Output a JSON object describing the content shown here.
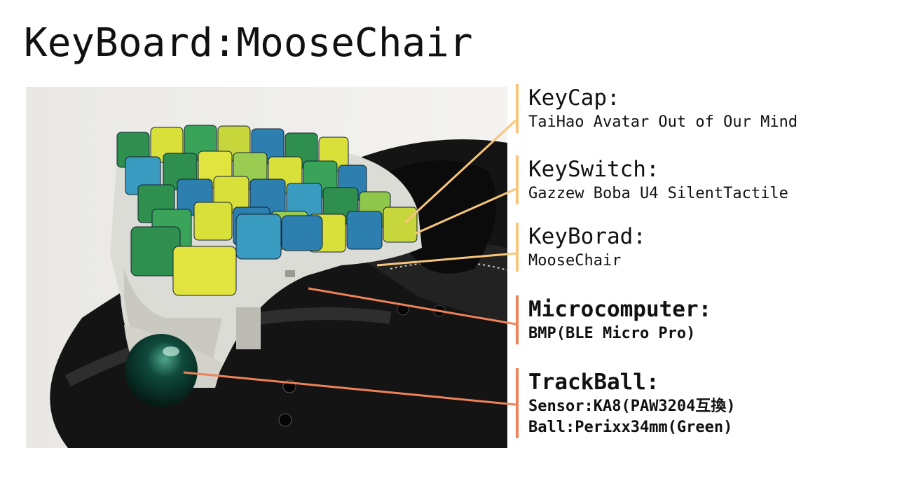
{
  "title": "KeyBoard:MooseChair",
  "annotations": [
    {
      "heading": "KeyCap:",
      "lines": [
        "TaiHao Avatar Out of Our Mind"
      ]
    },
    {
      "heading": "KeySwitch:",
      "lines": [
        "Gazzew Boba U4 SilentTactile"
      ]
    },
    {
      "heading": "KeyBorad:",
      "lines": [
        "MooseChair"
      ]
    },
    {
      "heading": "Microcomputer:",
      "lines": [
        "BMP(BLE Micro Pro)"
      ]
    },
    {
      "heading": "TrackBall:",
      "lines": [
        "Sensor:KA8(PAW3204互換)",
        "Ball:Perixx34mm(Green)"
      ]
    }
  ],
  "colors": {
    "leader_light": "#f8c67b",
    "leader_dark": "#f0825a",
    "key_green": "#2f8f4e",
    "key_yellow": "#d9e03a",
    "key_blue": "#2d7fb0",
    "case": "#dcdcd6",
    "mat": "#1a1a1a"
  }
}
